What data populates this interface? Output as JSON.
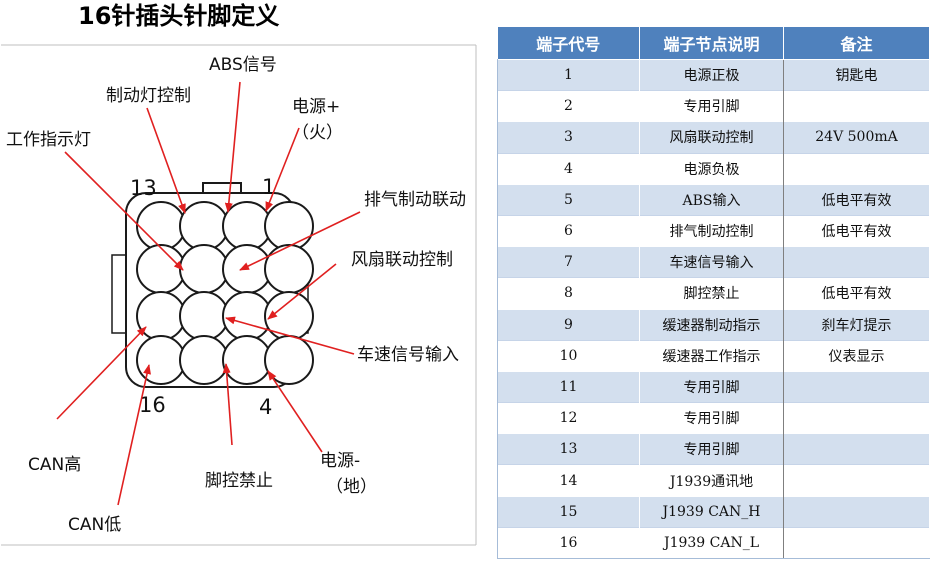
{
  "title": "16针插头针脚定义",
  "connector": {
    "corner_label_top_left": "13",
    "corner_label_top_right": "1",
    "corner_label_bottom_left": "16",
    "corner_label_bottom_right": "4"
  },
  "callouts": {
    "abs_signal": "ABS信号",
    "brake_light_control": "制动灯控制",
    "power_plus_line1": "电源+",
    "power_plus_line2": "（火）",
    "work_indicator": "工作指示灯",
    "exhaust_brake_linkage": "排气制动联动",
    "fan_linkage_control": "风扇联动控制",
    "vehicle_speed_input": "车速信号输入",
    "can_high": "CAN高",
    "can_low": "CAN低",
    "foot_control_disable": "脚控禁止",
    "power_minus_line1": "电源-",
    "power_minus_line2": "（地）"
  },
  "table": {
    "headers": [
      "端子代号",
      "端子节点说明",
      "备注"
    ],
    "rows": [
      [
        "1",
        "电源正极",
        "钥匙电"
      ],
      [
        "2",
        "专用引脚",
        ""
      ],
      [
        "3",
        "风扇联动控制",
        "24V    500mA"
      ],
      [
        "4",
        "电源负极",
        ""
      ],
      [
        "5",
        "ABS输入",
        "低电平有效"
      ],
      [
        "6",
        "排气制动控制",
        "低电平有效"
      ],
      [
        "7",
        "车速信号输入",
        ""
      ],
      [
        "8",
        "脚控禁止",
        "低电平有效"
      ],
      [
        "9",
        "缓速器制动指示",
        "刹车灯提示"
      ],
      [
        "10",
        "缓速器工作指示",
        "仪表显示"
      ],
      [
        "11",
        "专用引脚",
        ""
      ],
      [
        "12",
        "专用引脚",
        ""
      ],
      [
        "13",
        "专用引脚",
        ""
      ],
      [
        "14",
        "J1939通讯地",
        ""
      ],
      [
        "15",
        "J1939 CAN_H",
        ""
      ],
      [
        "16",
        "J1939 CAN_L",
        ""
      ]
    ]
  },
  "colors": {
    "arrow": "#e02020",
    "header_bg": "#4f81bd",
    "stripe_bg": "#d3dfee"
  }
}
